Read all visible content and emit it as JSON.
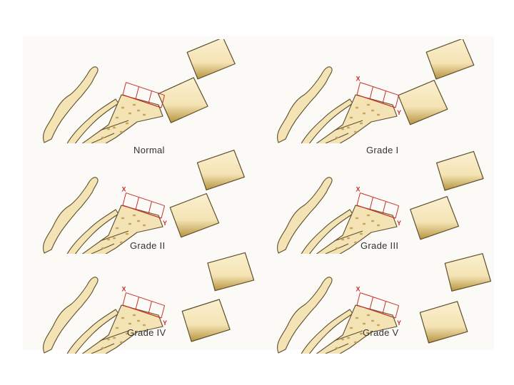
{
  "figure": {
    "panels": [
      {
        "caption": "Normal",
        "slip_fraction": 0.0
      },
      {
        "caption": "Grade I",
        "slip_fraction": 0.25
      },
      {
        "caption": "Grade II",
        "slip_fraction": 0.5
      },
      {
        "caption": "Grade III",
        "slip_fraction": 0.75
      },
      {
        "caption": "Grade IV",
        "slip_fraction": 1.0
      },
      {
        "caption": "Grade V",
        "slip_fraction": 1.15
      }
    ],
    "markers": [
      "X",
      "Y"
    ],
    "colors": {
      "bone_fill": "#f4e3b4",
      "bone_shade": "#b69440",
      "bone_outline": "#5e4e2c",
      "spots": "#c9a55e",
      "marker_red": "#c8302c",
      "caption": "#333333"
    }
  }
}
